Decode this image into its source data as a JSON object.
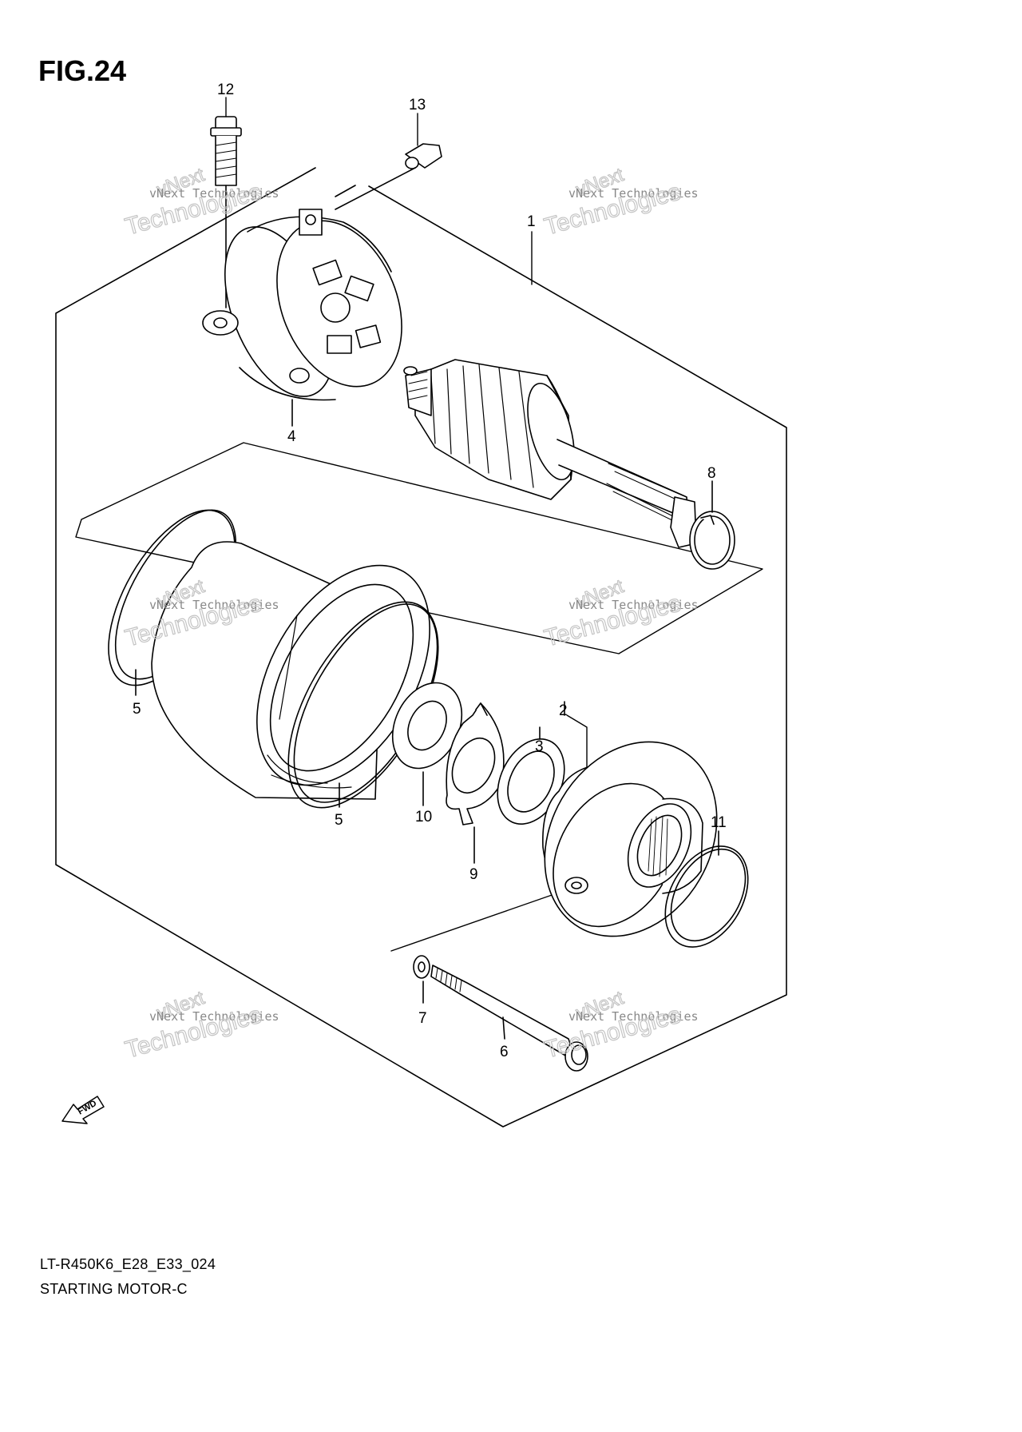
{
  "figure": {
    "title": "FIG.24",
    "code": "LT-R450K6_E28_E33_024",
    "name": "STARTING MOTOR-C"
  },
  "callouts": {
    "p1": "1",
    "p2": "2",
    "p3": "3",
    "p4": "4",
    "p5a": "5",
    "p5b": "5",
    "p6": "6",
    "p7": "7",
    "p8": "8",
    "p9": "9",
    "p10": "10",
    "p11": "11",
    "p12": "12",
    "p13": "13"
  },
  "watermark": {
    "line1": "vNext Technologies",
    "line2": "Technologies",
    "line3": "vNext"
  },
  "fwd_label": "FWD",
  "colors": {
    "line": "#000000",
    "watermark": "#c4c4c4"
  }
}
